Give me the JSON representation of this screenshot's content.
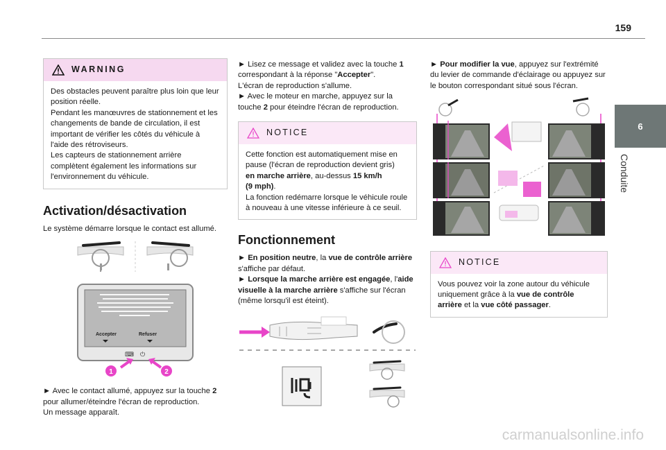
{
  "page": {
    "number": "159"
  },
  "side_tab": {
    "chapter": "6",
    "label": "Conduite"
  },
  "warning": {
    "title": "WARNING",
    "text": "Des obstacles peuvent paraître plus loin que leur position réelle.\nPendant les manœuvres de stationnement et les changements de bande de circulation, il est important de vérifier les côtés du véhicule à l'aide des rétroviseurs.\nLes capteurs de stationnement arrière complètent également les informations sur l'environnement du véhicule."
  },
  "activation": {
    "heading": "Activation/désactivation",
    "intro": "Le système démarre lorsque le contact est allumé.",
    "screen": {
      "accept": "Accepter",
      "refuse": "Refuser"
    },
    "callouts": [
      "1",
      "2"
    ],
    "step1_a": "► Avec le contact allumé, appuyez sur la touche",
    "step1_key": "2",
    "step1_b": "pour allumer/éteindre l'écran de reproduction.",
    "step1_c": "Un message apparaît."
  },
  "col2": {
    "p1_a": "► Lisez ce message et validez avec la touche",
    "p1_key": "1",
    "p1_b": "correspondant à la réponse \"",
    "p1_accept": "Accepter",
    "p1_c": "\".",
    "p2": "L'écran de reproduction s'allume.",
    "p3_a": "► Avec le moteur en marche, appuyez sur la touche",
    "p3_key": "2",
    "p3_b": "pour éteindre l'écran de reproduction."
  },
  "notice1": {
    "title": "NOTICE",
    "l1": "Cette fonction est automatiquement mise en pause (l'écran de reproduction devient gris)",
    "l2_b": "en marche arrière",
    "l2_c": ", au-dessus",
    "l2_speed": "15 km/h",
    "l3": "(9 mph)",
    "l4": "La fonction redémarre lorsque le véhicule roule à nouveau à une vitesse inférieure à ce seuil."
  },
  "fonctionnement": {
    "heading": "Fonctionnement",
    "a1": "►",
    "a_bold1": "En position neutre",
    "a2": ", la",
    "a_bold2": "vue de contrôle arrière",
    "a3": "s'affiche par défaut.",
    "b1": "►",
    "b_bold1": "Lorsque la marche arrière est engagée",
    "b2": ", l'",
    "b_bold2": "aide visuelle à la marche arrière",
    "b3": "s'affiche sur l'écran (même lorsqu'il est éteint)."
  },
  "col3": {
    "a1": "►",
    "a_bold": "Pour modifier la vue",
    "a2": ", appuyez sur l'extrémité du levier de commande d'éclairage ou appuyez sur le bouton correspondant situé sous l'écran."
  },
  "notice2": {
    "title": "NOTICE",
    "t1": "Vous pouvez voir la zone autour du véhicule uniquement grâce à la",
    "t_bold1": "vue de contrôle arrière",
    "t2": "et la",
    "t_bold2": "vue côté passager",
    "t3": "."
  },
  "colors": {
    "accent": "#e845c8",
    "tab": "#6e7776",
    "warn_bg": "#f6d9f0"
  },
  "watermark": "carmanualsonline.info"
}
